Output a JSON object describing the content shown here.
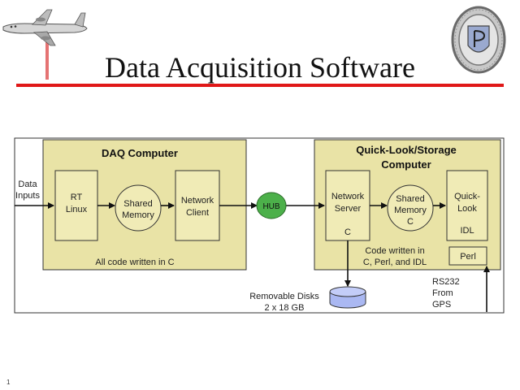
{
  "slide": {
    "title": "Data Acquisition Software",
    "page_number": "1"
  },
  "colors": {
    "title_rule": "#e01818",
    "panel_fill": "#e9e3a6",
    "box_fill": "#f0ebb6",
    "hub_fill": "#4cb04a",
    "disk_fill": "#aab8f2"
  },
  "icons": {
    "aircraft": "aircraft-icon",
    "university_seal": "university-seal-icon"
  },
  "diagram": {
    "daq_computer": {
      "label": "DAQ Computer",
      "rt_linux": [
        "RT",
        "Linux"
      ],
      "shared_memory": [
        "Shared",
        "Memory"
      ],
      "network_client": [
        "Network",
        "Client"
      ],
      "note": "All code written in C"
    },
    "storage_computer": {
      "label": [
        "Quick-Look/Storage",
        "Computer"
      ],
      "network_server": [
        "Network",
        "Server"
      ],
      "network_server_lang": "C",
      "shared_memory": [
        "Shared",
        "Memory",
        "C"
      ],
      "quick_look": [
        "Quick-",
        "Look"
      ],
      "quick_look_lang": "IDL",
      "perl": "Perl",
      "note": [
        "Code written in",
        "C, Perl, and IDL"
      ]
    },
    "data_inputs": [
      "Data",
      "Inputs"
    ],
    "hub": "HUB",
    "removable_disks": [
      "Removable Disks",
      "2 x 18 GB"
    ],
    "rs232": [
      "RS232",
      "From",
      "GPS"
    ]
  }
}
